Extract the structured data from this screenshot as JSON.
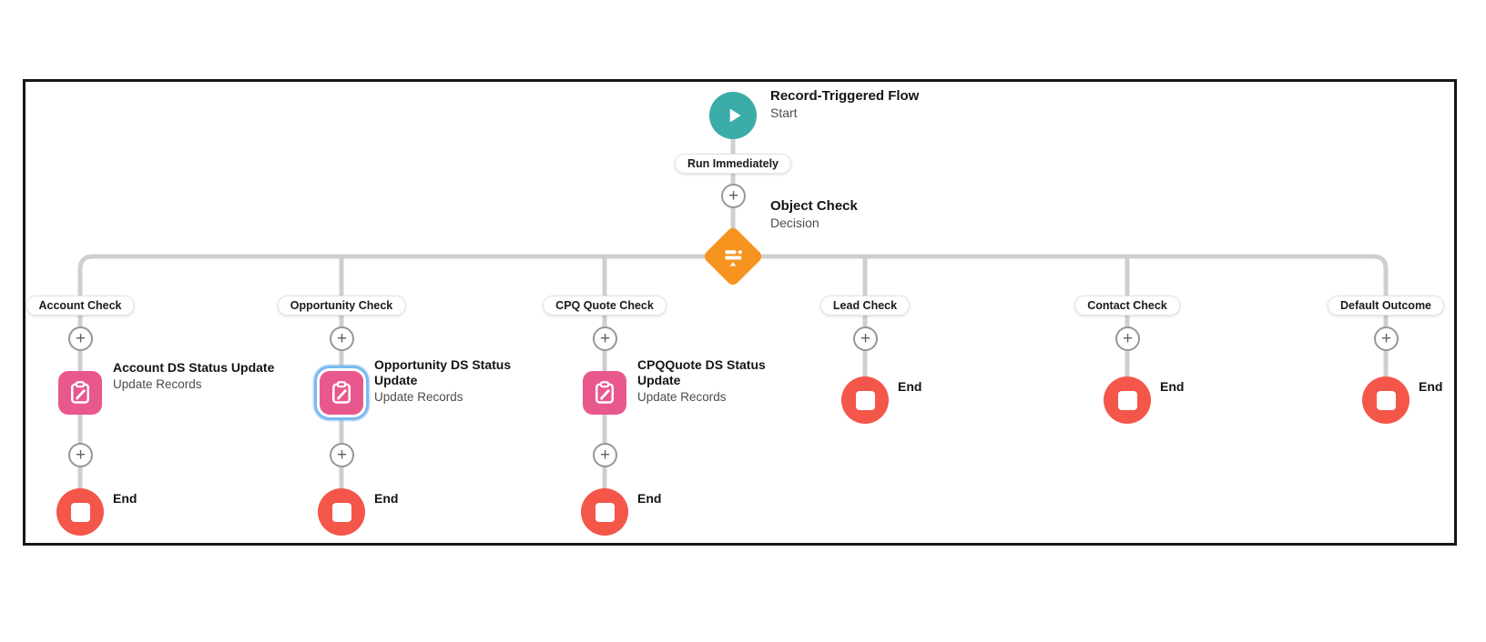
{
  "colors": {
    "connector": "#cfcfcf",
    "start_teal": "#3BACA7",
    "decision_orange": "#F6941F",
    "update_pink": "#E9588C",
    "end_red": "#F4564A",
    "selection_blue": "#7AB9F1",
    "frame_border": "#161616"
  },
  "ui": {
    "plus_glyph": "+"
  },
  "start": {
    "title": "Record-Triggered Flow",
    "subtitle": "Start",
    "icon": "play-icon",
    "trigger_pill": "Run Immediately"
  },
  "decision": {
    "title": "Object Check",
    "subtitle": "Decision",
    "icon": "decision-icon"
  },
  "branches": [
    {
      "outcome": "Account Check",
      "node": {
        "title": "Account DS Status Update",
        "subtitle": "Update Records",
        "type": "Update Records",
        "selected": false
      },
      "end_label": "End"
    },
    {
      "outcome": "Opportunity Check",
      "node": {
        "title": "Opportunity DS Status Update",
        "subtitle": "Update Records",
        "type": "Update Records",
        "selected": true
      },
      "end_label": "End"
    },
    {
      "outcome": "CPQ Quote Check",
      "node": {
        "title": "CPQQuote DS Status Update",
        "subtitle": "Update Records",
        "type": "Update Records",
        "selected": false
      },
      "end_label": "End"
    },
    {
      "outcome": "Lead Check",
      "end_label": "End"
    },
    {
      "outcome": "Contact Check",
      "end_label": "End"
    },
    {
      "outcome": "Default Outcome",
      "end_label": "End"
    }
  ]
}
